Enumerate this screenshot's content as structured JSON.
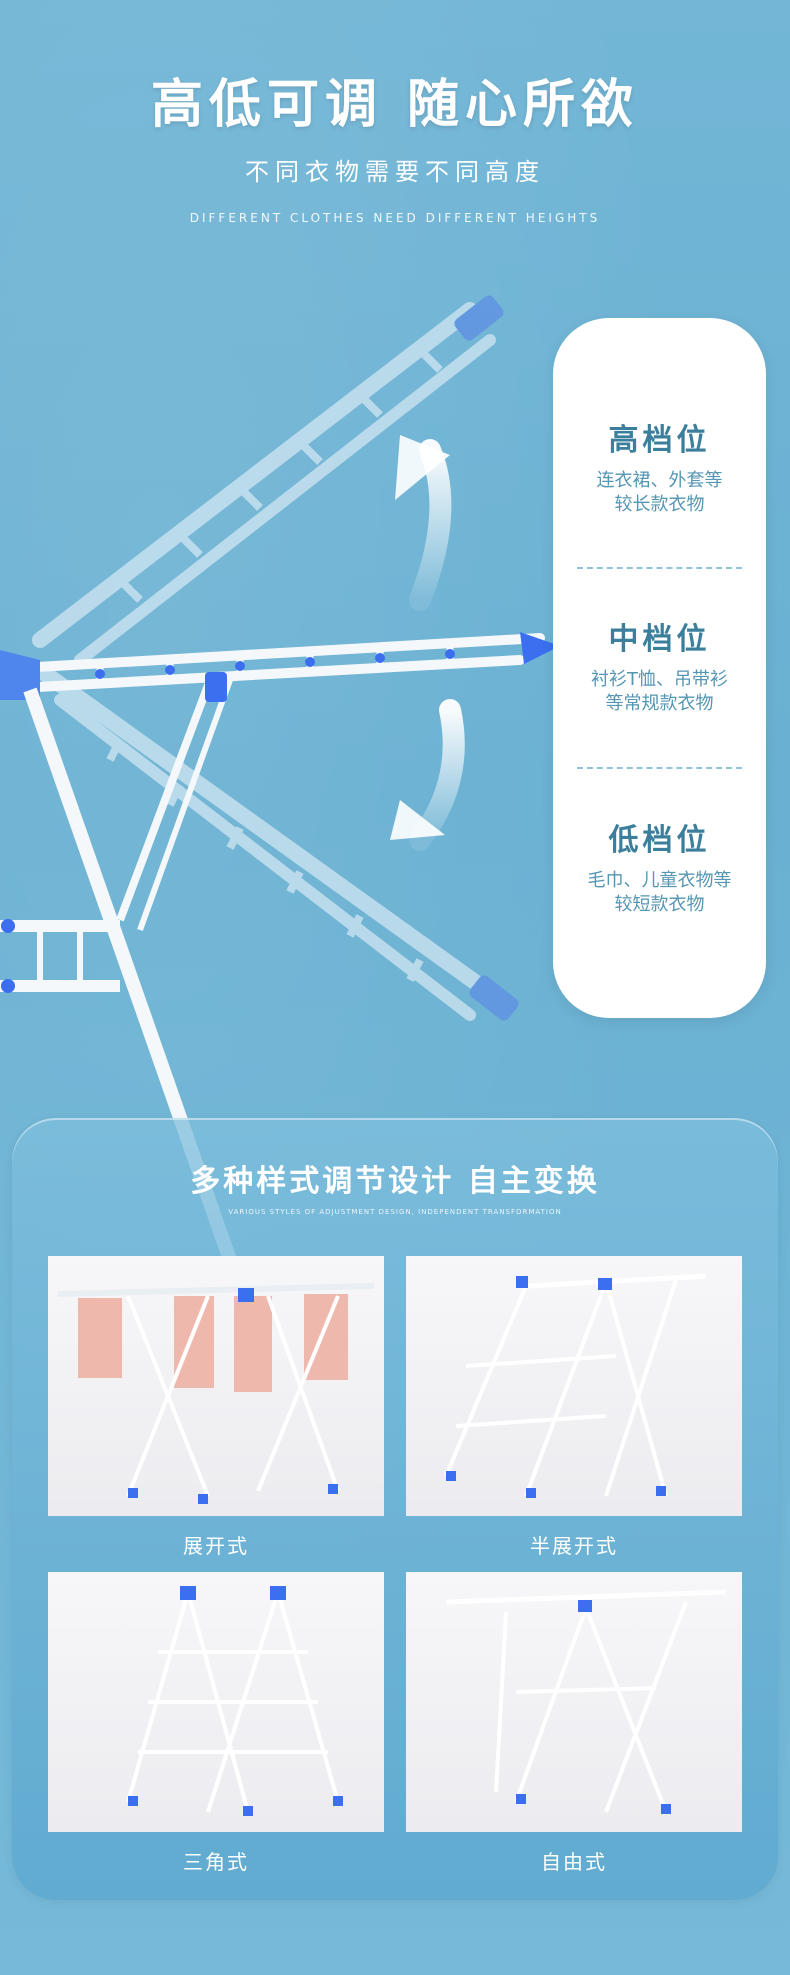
{
  "hero": {
    "title": "高低可调 随心所欲",
    "subtitle": "不同衣物需要不同高度",
    "subtitle_en": "DIFFERENT CLOTHES NEED DIFFERENT HEIGHTS"
  },
  "levels": [
    {
      "name": "高档位",
      "desc_line1": "连衣裙、外套等",
      "desc_line2": "较长款衣物"
    },
    {
      "name": "中档位",
      "desc_line1": "衬衫T恤、吊带衫",
      "desc_line2": "等常规款衣物"
    },
    {
      "name": "低档位",
      "desc_line1": "毛巾、儿童衣物等",
      "desc_line2": "较短款衣物"
    }
  ],
  "styles_section": {
    "title": "多种样式调节设计 自主变换",
    "title_en": "VARIOUS STYLES OF ADJUSTMENT DESIGN, INDEPENDENT TRANSFORMATION",
    "items": [
      {
        "label": "展开式"
      },
      {
        "label": "半展开式"
      },
      {
        "label": "三角式"
      },
      {
        "label": "自由式"
      }
    ]
  },
  "colors": {
    "background": "#6fb3d3",
    "accent_blue": "#3b6ff0",
    "level_text": "#3b7f9c",
    "card": "#ffffff"
  },
  "icons": [
    "arrow-up-icon",
    "arrow-down-icon"
  ]
}
